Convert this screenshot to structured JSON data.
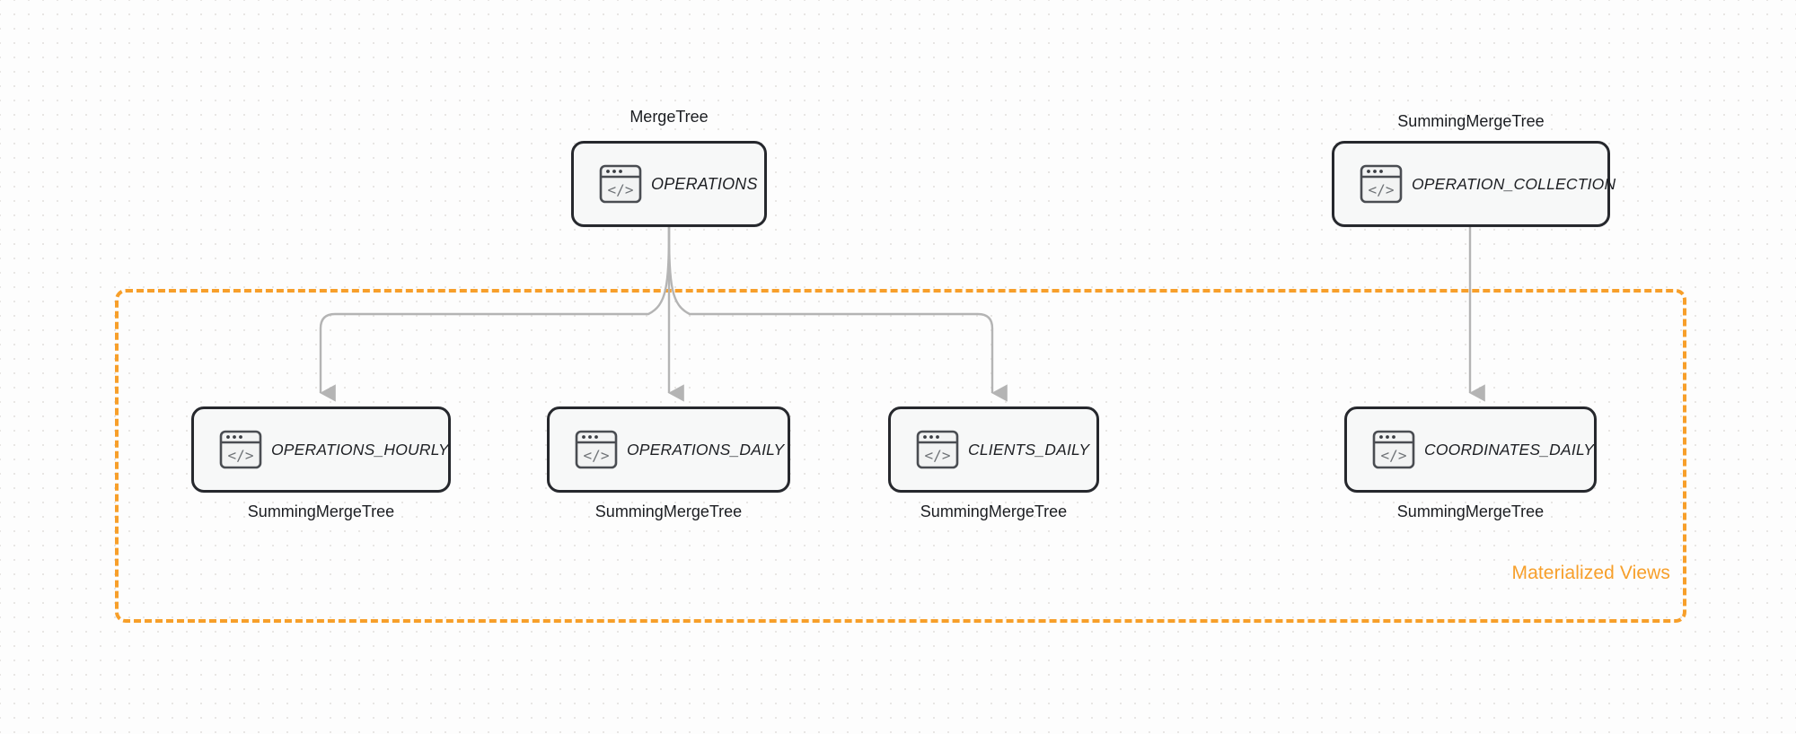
{
  "diagram": {
    "background": "#fdfdfd",
    "dot_grid_color": "#e8e6e4",
    "node_border_color": "#26282d",
    "node_fill_color": "#f7f8f8",
    "edge_color": "#b4b4b4",
    "accent_color": "#f79f2a"
  },
  "group": {
    "label": "Materialized Views",
    "border_color": "#f79f2a",
    "label_color": "#f79f2a"
  },
  "nodes": [
    {
      "id": "operations",
      "name": "OPERATIONS",
      "engine": "MergeTree",
      "engine_position": "above",
      "icon": "code-window-icon"
    },
    {
      "id": "operation_collection",
      "name": "OPERATION_COLLECTION",
      "engine": "SummingMergeTree",
      "engine_position": "above",
      "icon": "code-window-icon"
    },
    {
      "id": "operations_hourly",
      "name": "OPERATIONS_HOURLY",
      "engine": "SummingMergeTree",
      "engine_position": "below",
      "icon": "code-window-icon"
    },
    {
      "id": "operations_daily",
      "name": "OPERATIONS_DAILY",
      "engine": "SummingMergeTree",
      "engine_position": "below",
      "icon": "code-window-icon"
    },
    {
      "id": "clients_daily",
      "name": "CLIENTS_DAILY",
      "engine": "SummingMergeTree",
      "engine_position": "below",
      "icon": "code-window-icon"
    },
    {
      "id": "coordinates_daily",
      "name": "COORDINATES_DAILY",
      "engine": "SummingMergeTree",
      "engine_position": "below",
      "icon": "code-window-icon"
    }
  ],
  "edges": [
    {
      "from": "operations",
      "to": "operations_hourly"
    },
    {
      "from": "operations",
      "to": "operations_daily"
    },
    {
      "from": "operations",
      "to": "clients_daily"
    },
    {
      "from": "operation_collection",
      "to": "coordinates_daily"
    }
  ]
}
